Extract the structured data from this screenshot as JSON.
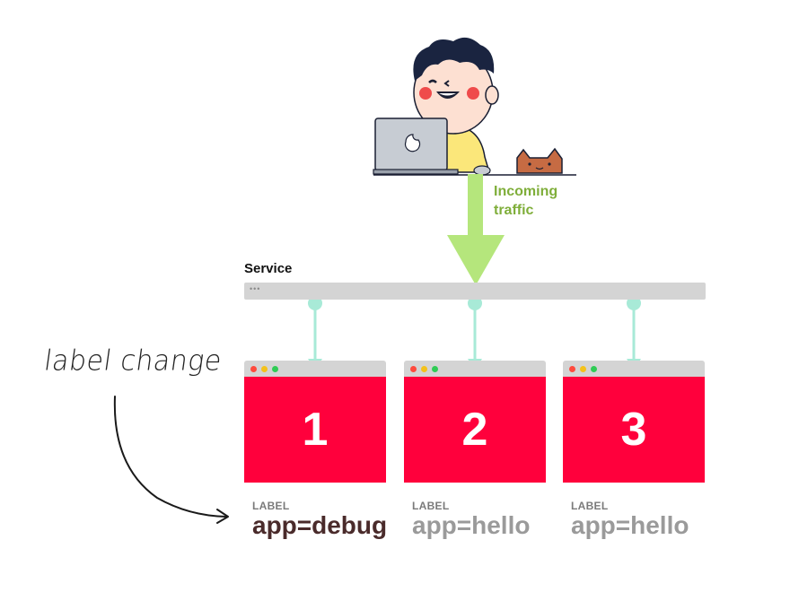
{
  "traffic": {
    "line1": "Incoming",
    "line2": "traffic",
    "color": "#b5e67c"
  },
  "service": {
    "label": "Service",
    "dots": "•••",
    "connector_color": "#a8ead7"
  },
  "pods": [
    {
      "number": "1",
      "label_caption": "LABEL",
      "label_value": "app=debug",
      "value_color": "#4a2b2b"
    },
    {
      "number": "2",
      "label_caption": "LABEL",
      "label_value": "app=hello",
      "value_color": "#9a9a9a"
    },
    {
      "number": "3",
      "label_caption": "LABEL",
      "label_value": "app=hello",
      "value_color": "#9a9a9a"
    }
  ],
  "window_dots": [
    "#ff4a3d",
    "#f4c21b",
    "#2fcc55"
  ],
  "pod_color": "#ff003c",
  "note": "label change"
}
